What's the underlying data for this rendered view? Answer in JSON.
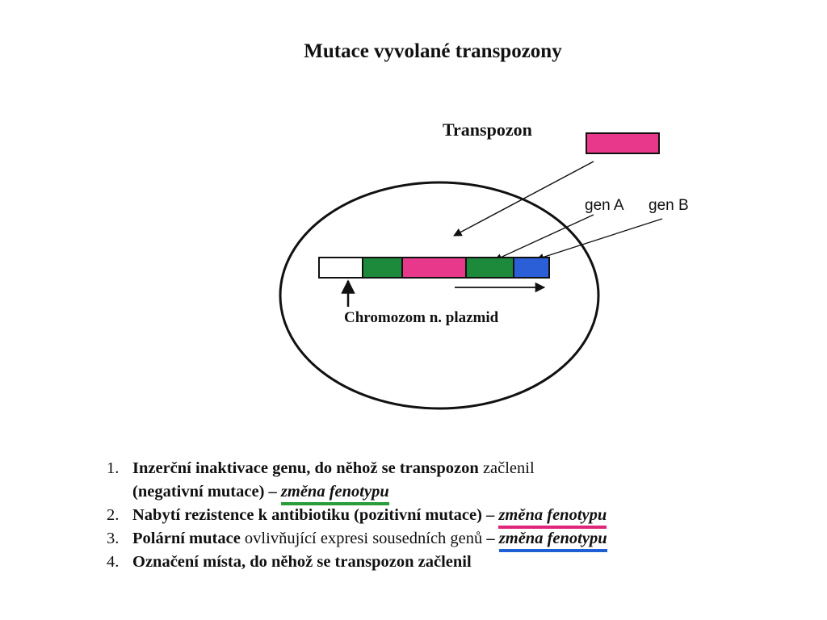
{
  "title": "Mutace vyvolané transpozony",
  "diagram": {
    "transposon_label": "Transpozon",
    "gene_a_label": "gen A",
    "gene_b_label": "gen B",
    "chromosome_label": "Chromozom n. plazmid"
  },
  "items": [
    {
      "number": "1.",
      "bold": "Inzerční inaktivace genu, do něhož se transpozon",
      "rest": " začlenil",
      "cont_bold": "(negativní mutace)",
      "dash": " – ",
      "effect": "změna fenotypu",
      "effect_color": "#2a9d3a"
    },
    {
      "number": "2.",
      "bold": "Nabytí rezistence k antibiotiku (pozitivní mutace)",
      "dash": " – ",
      "effect": "změna fenotypu",
      "effect_color": "#e0267a"
    },
    {
      "number": "3.",
      "bold": "Polární mutace",
      "rest": " ovlivňující expresi sousedních genů",
      "dash": " – ",
      "effect": "změna fenotypu",
      "effect_color": "#1f5fd6"
    },
    {
      "number": "4.",
      "bold": "Označení místa,",
      "rest": " do něhož se transpozon začlenil"
    }
  ],
  "colors": {
    "transposon": "#e8388c",
    "gene": "#1c8a3a",
    "gene_b": "#2a5fd8",
    "outline": "#111111"
  }
}
